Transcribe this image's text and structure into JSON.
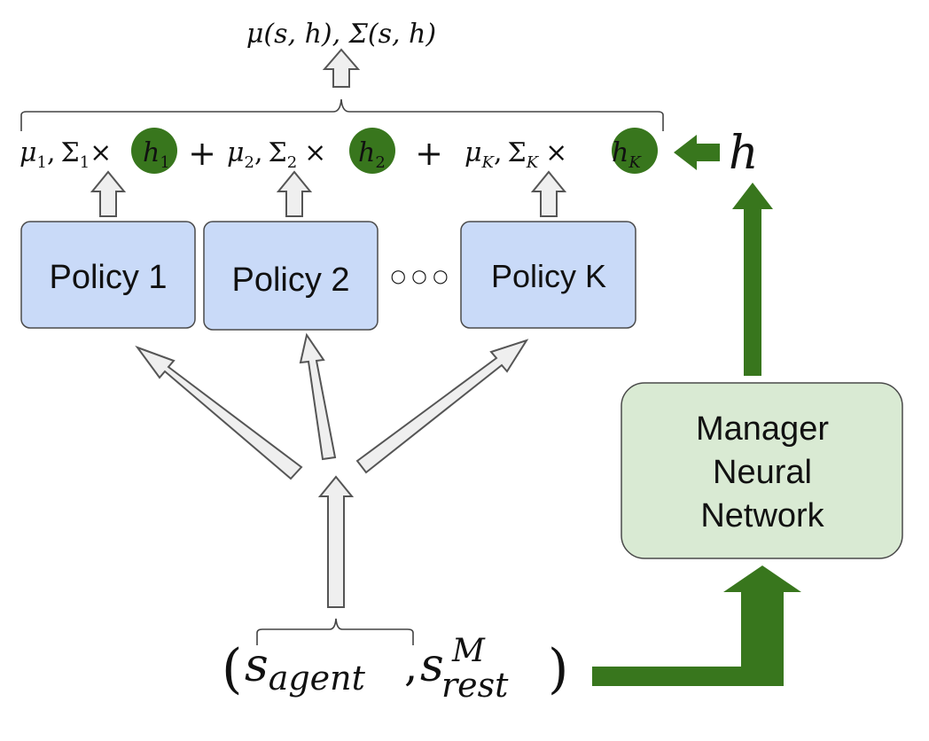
{
  "diagram": {
    "output_label": "μ(s, h), Σ(s, h)",
    "combination": {
      "terms": [
        {
          "mu": "μ",
          "mu_sub": "1",
          "sigma": "Σ",
          "sigma_sub": "1",
          "times": "×",
          "weight": "h",
          "weight_sub": "1"
        },
        {
          "mu": "μ",
          "mu_sub": "2",
          "sigma": "Σ",
          "sigma_sub": "2",
          "times": "×",
          "weight": "h",
          "weight_sub": "2"
        },
        {
          "mu": "μ",
          "mu_sub": "K",
          "sigma": "Σ",
          "sigma_sub": "K",
          "times": "×",
          "weight": "h",
          "weight_sub": "K"
        }
      ],
      "plus": "+",
      "comma": ","
    },
    "manager_output": "h",
    "policies": [
      {
        "label": "Policy 1"
      },
      {
        "label": "Policy 2"
      },
      {
        "label": "Policy K"
      }
    ],
    "ellipsis": "○ ○ ○",
    "manager": {
      "lines": [
        "Manager",
        "Neural",
        "Network"
      ]
    },
    "input": {
      "open_paren": "(",
      "close_paren": ")",
      "s1": "s",
      "s1_sub": "agent",
      "comma": ",",
      "s2": "s",
      "s2_sub": "rest",
      "s2_sup": "M"
    },
    "colors": {
      "policy_fill": "#c9daf8",
      "policy_stroke": "#4a4a4a",
      "manager_fill": "#d9ead3",
      "manager_stroke": "#4a4a4a",
      "green": "#38761d",
      "arrow_gray": "#efefef"
    }
  }
}
